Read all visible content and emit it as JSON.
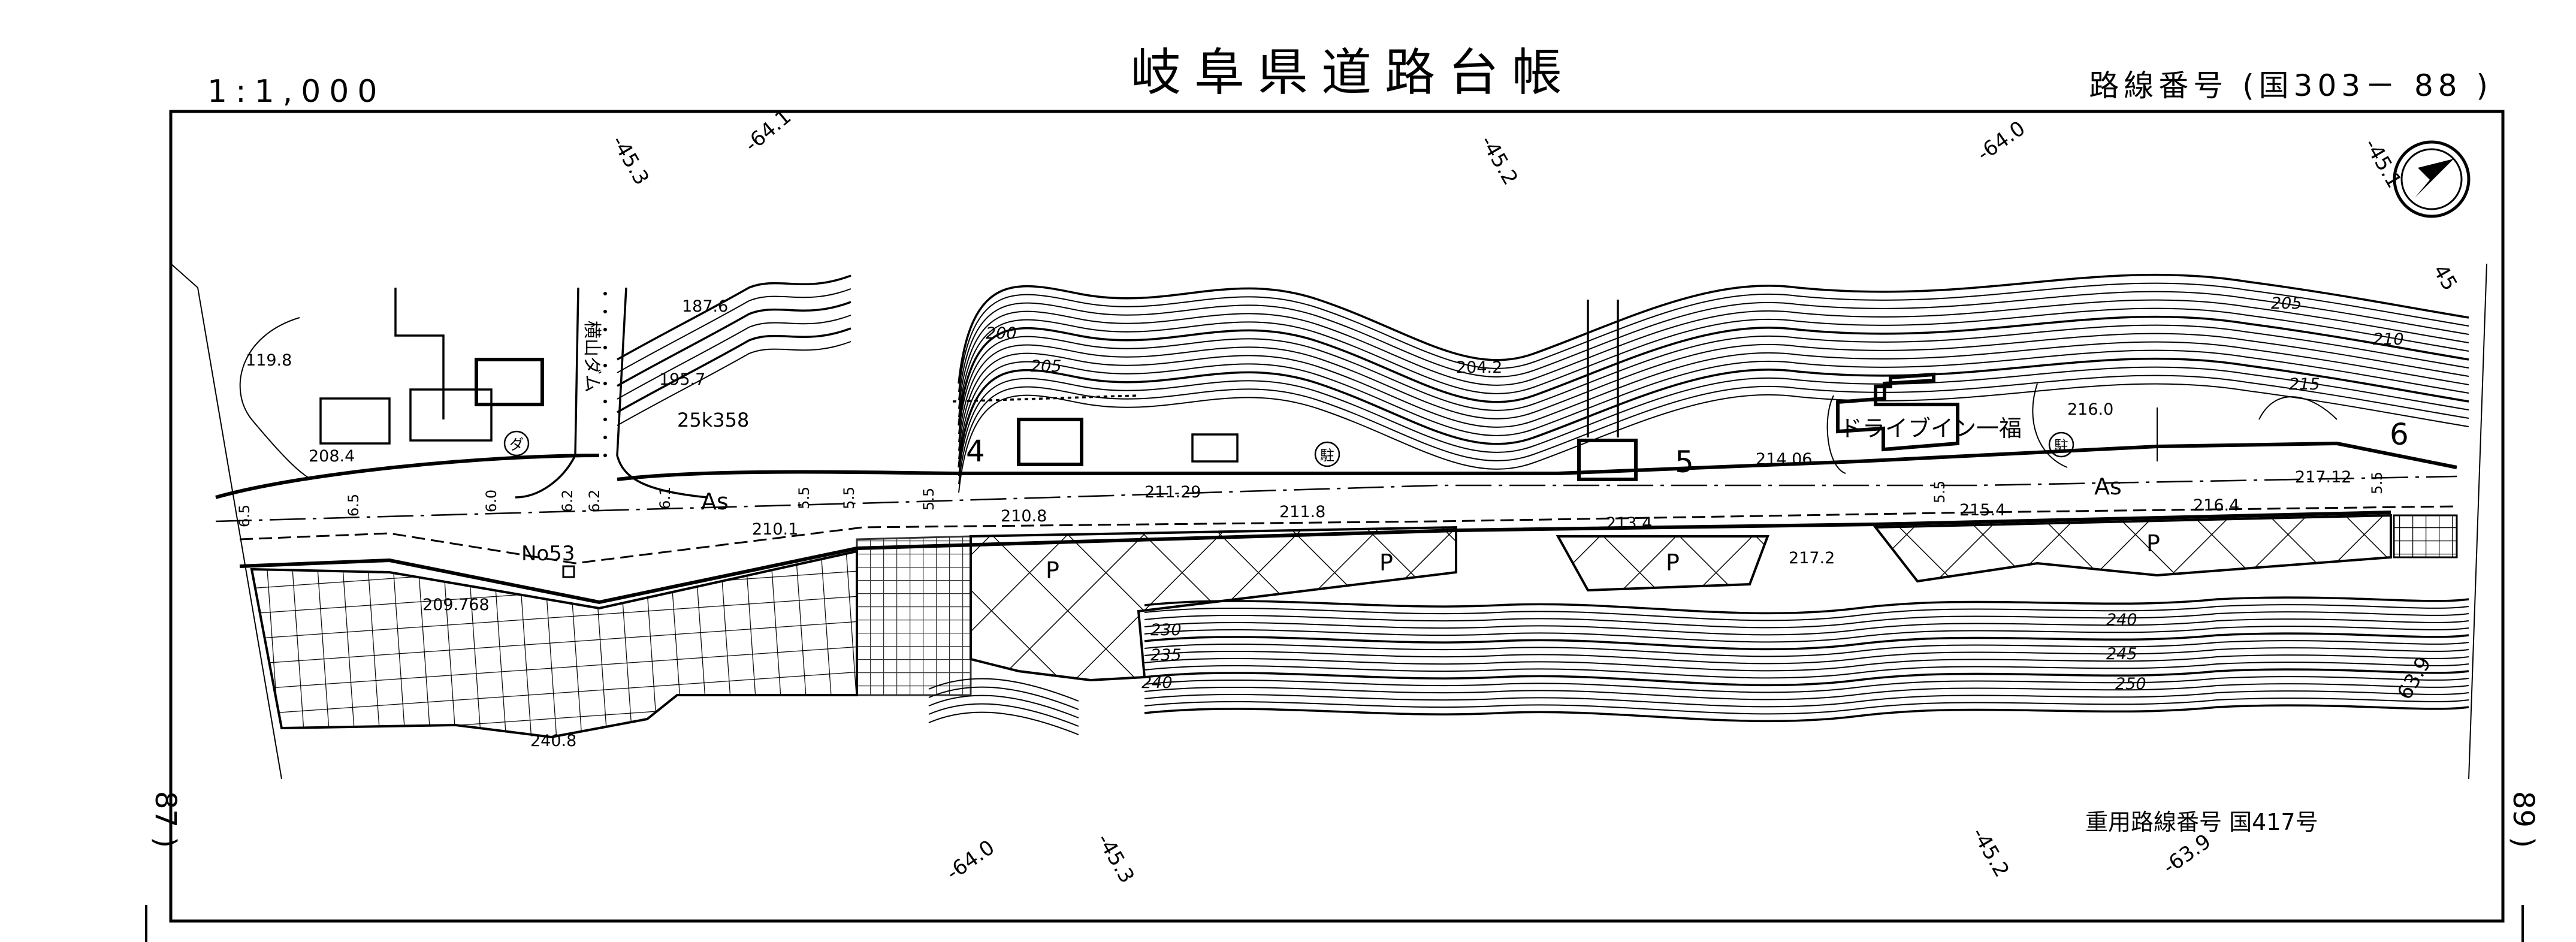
{
  "header": {
    "scale": "1:1,000",
    "title": "岐阜県道路台帳",
    "route_number": "路線番号 (国303－ 88 )"
  },
  "footer": {
    "overlap_route": "重用路線番号  国417号"
  },
  "sheet_edges": {
    "left": "87 )",
    "right": "89 )"
  },
  "compass": {
    "icon": "north-arrow-icon"
  },
  "grid_labels": {
    "top": [
      "-45.3",
      "-64.1",
      "-45.2",
      "-64.0",
      "-45.1",
      "45"
    ],
    "bottom": [
      "-64.0",
      "-45.3",
      "-45.2",
      "-63.9",
      "63.9"
    ]
  },
  "stations": [
    "4",
    "5",
    "6"
  ],
  "place_names": {
    "drive_in": "ドライブイン一福",
    "dam": "横山ダム",
    "benchmark": "No53",
    "kilopost": "25k358",
    "parking_symbol": "駐",
    "shrine_symbol": "ダ"
  },
  "surface": {
    "asphalt": [
      "As",
      "As"
    ],
    "pavement": [
      "P",
      "P",
      "P",
      "P"
    ]
  },
  "elevations": [
    "119.8",
    "208.4",
    "187.6",
    "195.7",
    "211.29",
    "211.8",
    "210.8",
    "210.1",
    "213.4",
    "215.4",
    "216.4",
    "217.12",
    "216.0",
    "214.06",
    "204.2",
    "217.2",
    "209.768",
    "240.8"
  ],
  "contour_labels": [
    "200",
    "205",
    "230",
    "235",
    "240",
    "205",
    "210",
    "215",
    "240",
    "245",
    "250"
  ],
  "road_widths": [
    "6.5",
    "6.5",
    "6.0",
    "6.2",
    "6.2",
    "6.1",
    "5.5",
    "5.5",
    "5.5",
    "5.5",
    "5.5"
  ]
}
